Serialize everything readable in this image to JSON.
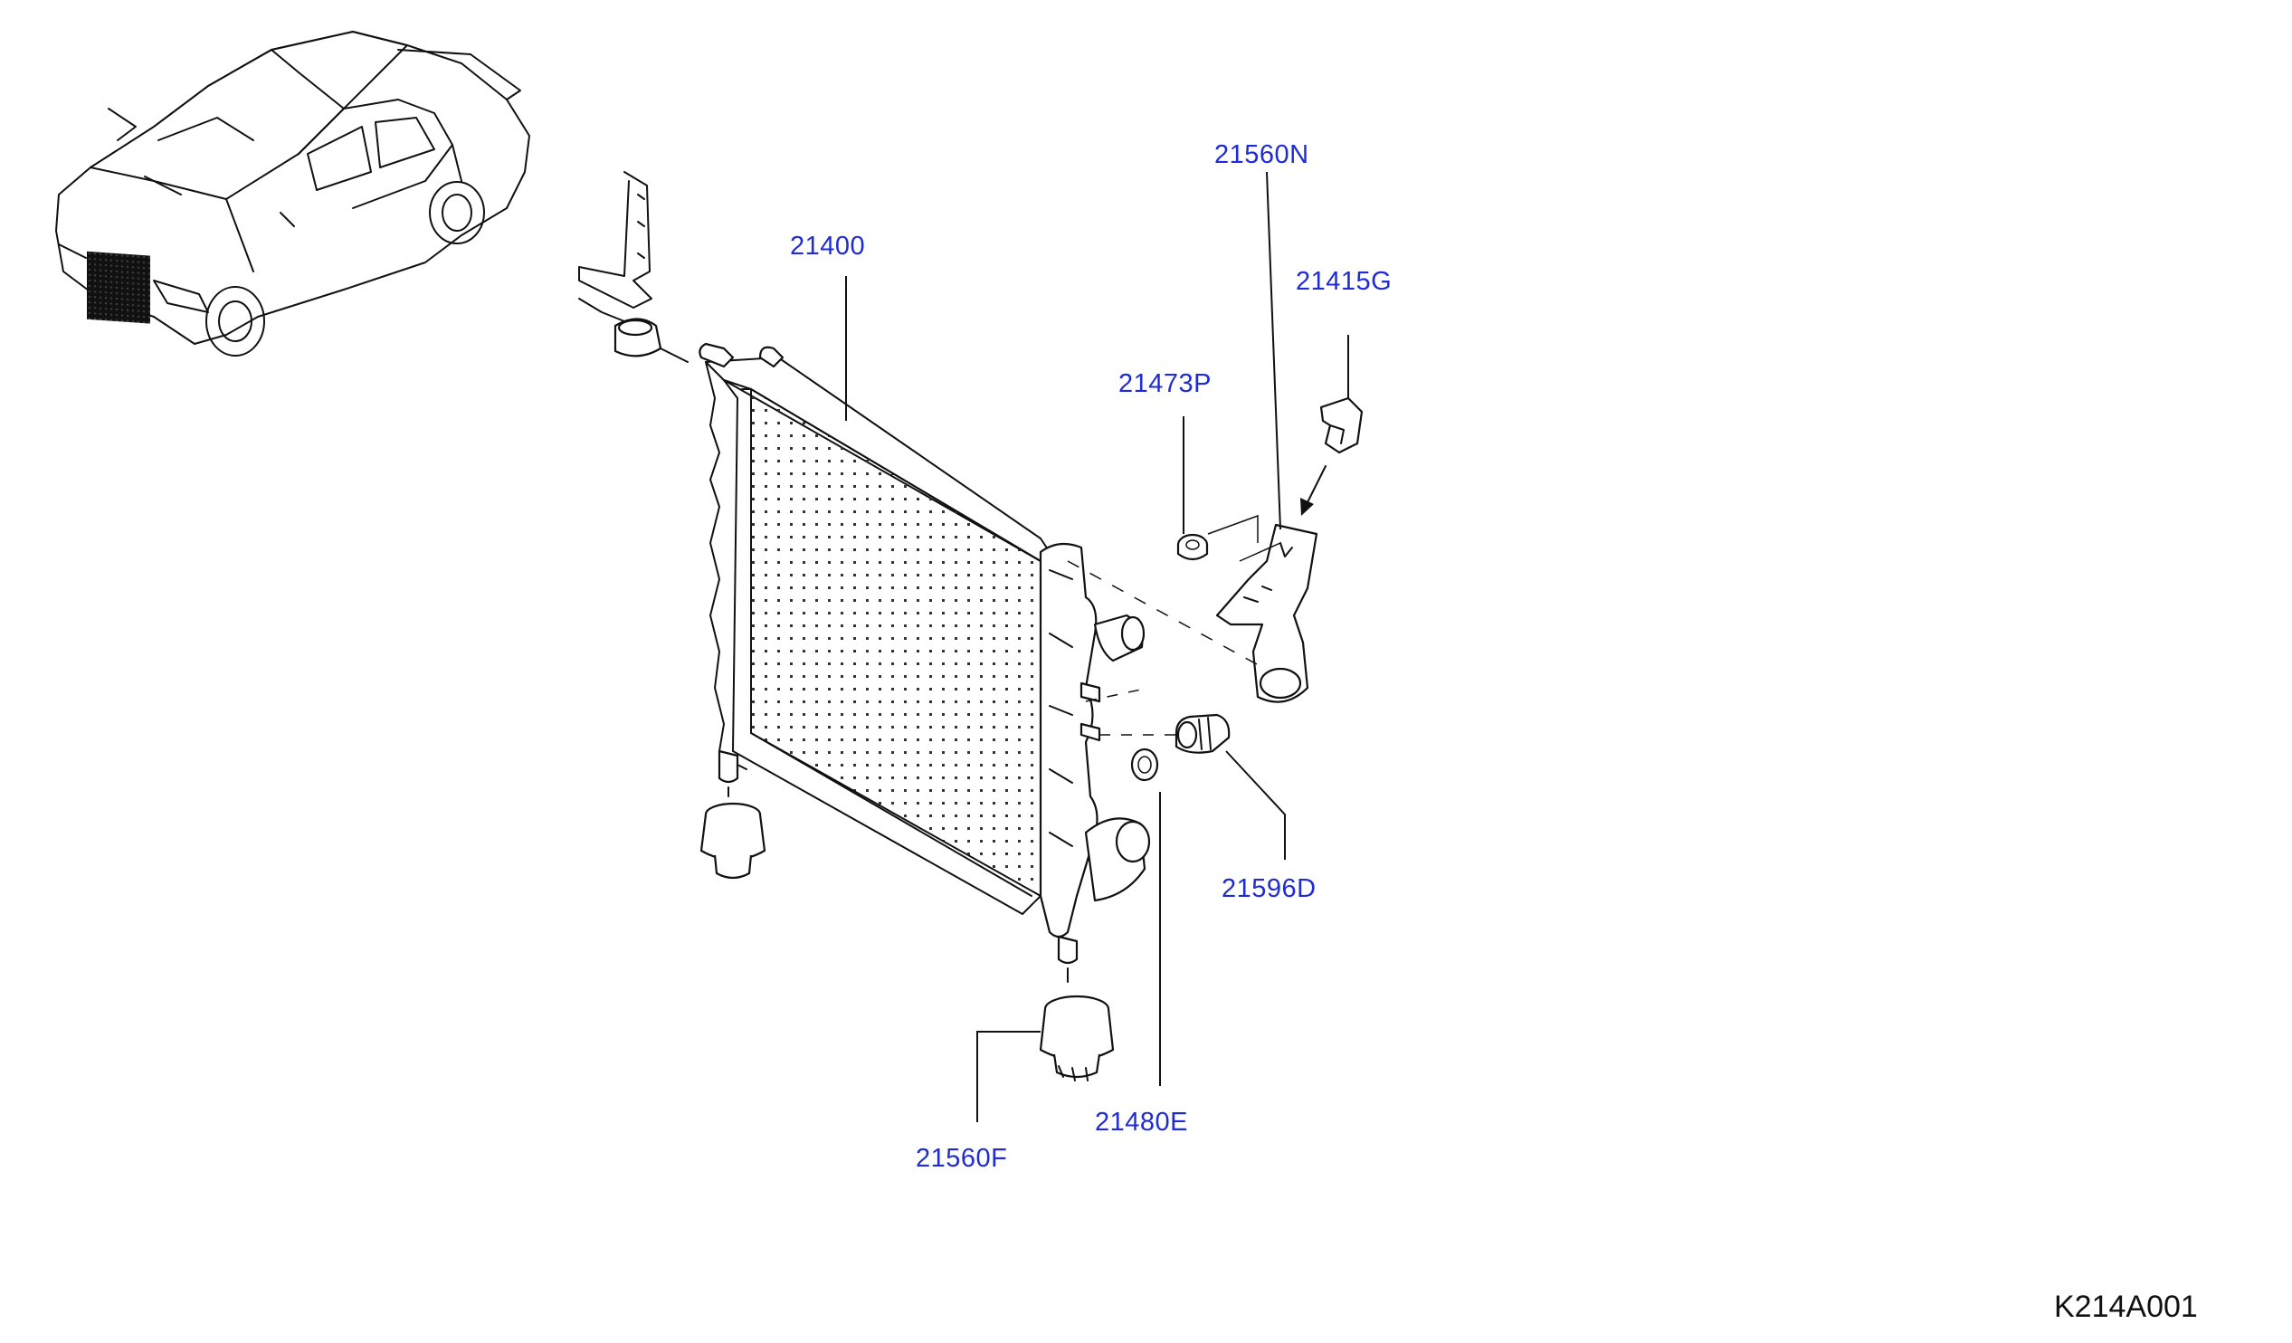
{
  "diagram": {
    "reference_code": "K214A001",
    "parts": [
      {
        "id": "p21400",
        "number": "21400"
      },
      {
        "id": "p21560N",
        "number": "21560N"
      },
      {
        "id": "p21415G",
        "number": "21415G"
      },
      {
        "id": "p21473P",
        "number": "21473P"
      },
      {
        "id": "p21596D",
        "number": "21596D"
      },
      {
        "id": "p21480E",
        "number": "21480E"
      },
      {
        "id": "p21560F",
        "number": "21560F"
      }
    ]
  },
  "colors": {
    "label_text": "#1f2bd6",
    "line_art": "#111111",
    "background": "#ffffff",
    "highlight_fill": "#000000"
  }
}
